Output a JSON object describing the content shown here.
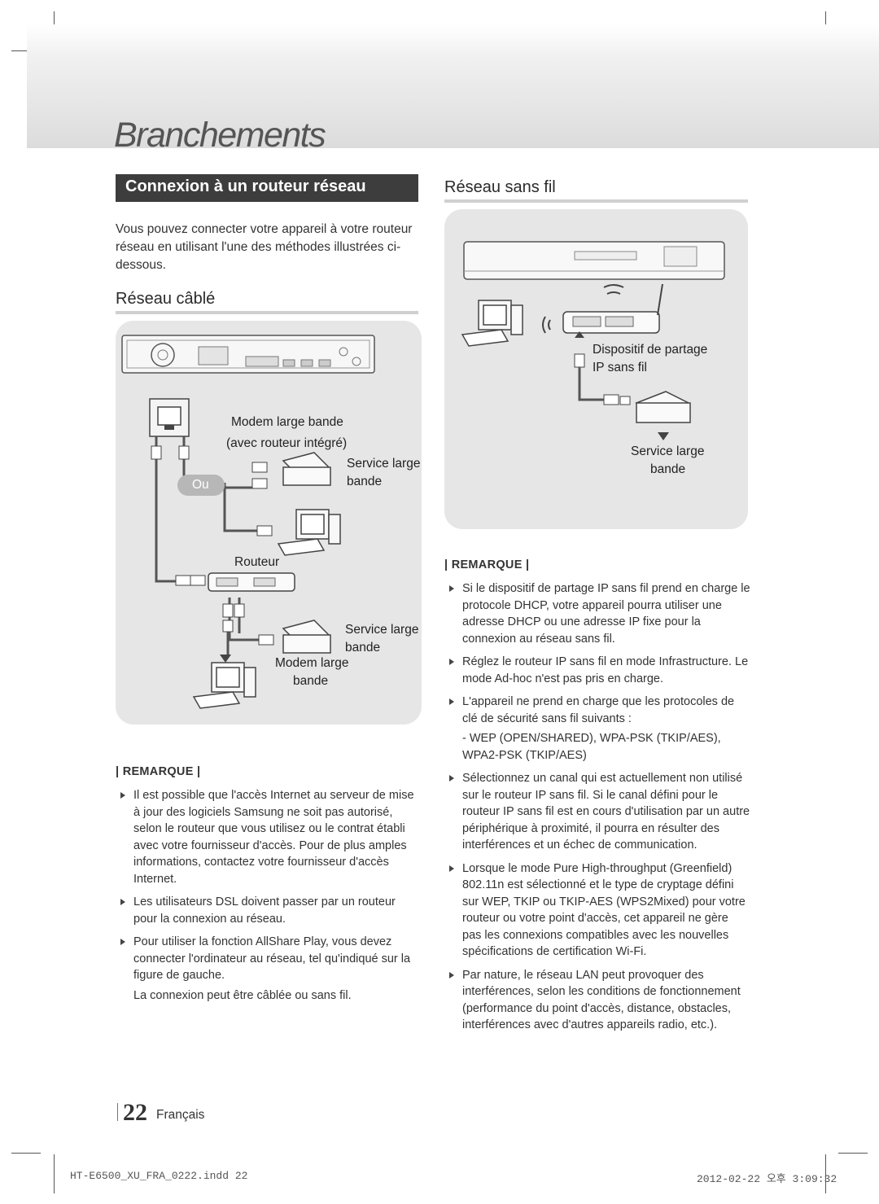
{
  "header": {
    "chapter_title": "Branchements"
  },
  "left": {
    "section_title": "Connexion à un routeur réseau",
    "intro": "Vous pouvez connecter votre appareil à votre routeur réseau en utilisant l'une des méthodes illustrées ci-dessous.",
    "wired_heading": "Réseau câblé",
    "diagram": {
      "modem_router_label_1": "Modem large bande",
      "modem_router_label_2": "(avec routeur intégré)",
      "service_1_a": "Service large",
      "service_1_b": "bande",
      "or_label": "Ou",
      "router_label": "Routeur",
      "service_2_a": "Service large",
      "service_2_b": "bande",
      "modem_a": "Modem large",
      "modem_b": "bande"
    },
    "remark_title": "REMARQUE",
    "remarks": [
      "Il est possible que l'accès Internet au serveur de mise à jour des logiciels Samsung ne soit pas autorisé, selon le routeur que vous utilisez ou le contrat établi avec votre fournisseur d'accès. Pour de plus amples informations, contactez votre fournisseur d'accès Internet.",
      "Les utilisateurs DSL doivent passer par un routeur pour la connexion au réseau.",
      "Pour utiliser la fonction AllShare Play, vous devez connecter l'ordinateur au réseau, tel qu'indiqué sur la figure de gauche."
    ],
    "remark_extra": "La connexion peut être câblée ou sans fil."
  },
  "right": {
    "wireless_heading": "Réseau sans fil",
    "diagram": {
      "device_label_1": "Dispositif de partage",
      "device_label_2": "IP sans fil",
      "service_a": "Service large",
      "service_b": "bande"
    },
    "remark_title": "REMARQUE",
    "remarks": [
      "Si le dispositif de partage IP sans fil prend en charge le protocole DHCP, votre appareil pourra utiliser une adresse DHCP ou une adresse IP fixe pour la connexion au réseau sans fil.",
      "Réglez le routeur IP sans fil en mode Infrastructure. Le mode Ad-hoc n'est pas pris en charge.",
      "L'appareil ne prend en charge que les protocoles de clé de sécurité sans fil suivants :"
    ],
    "security_protocols": "- WEP (OPEN/SHARED), WPA-PSK (TKIP/AES), WPA2-PSK (TKIP/AES)",
    "remarks_2": [
      "Sélectionnez un canal qui est actuellement non utilisé sur le routeur IP sans fil. Si le canal défini pour le routeur IP sans fil est en cours d'utilisation par un autre périphérique à proximité, il pourra en résulter des interférences et un échec de communication.",
      "Lorsque le mode Pure High-throughput (Greenfield) 802.11n est sélectionné et le type de cryptage défini sur WEP, TKIP ou TKIP-AES (WPS2Mixed) pour votre routeur ou votre point d'accès, cet appareil ne gère pas les connexions compatibles avec les nouvelles spécifications de certification Wi-Fi.",
      "Par nature, le réseau LAN peut provoquer des interférences, selon les conditions de fonctionnement (performance du point d'accès, distance, obstacles, interférences avec d'autres appareils radio, etc.)."
    ]
  },
  "page": {
    "number": "22",
    "language": "Français"
  },
  "footer": {
    "file": "HT-E6500_XU_FRA_0222.indd   22",
    "date": "2012-02-22   오후 3:09:32"
  },
  "colors": {
    "section_bar": "#3d3d3d",
    "panel": "#e6e6e6",
    "or_badge": "#b7b7b7"
  }
}
